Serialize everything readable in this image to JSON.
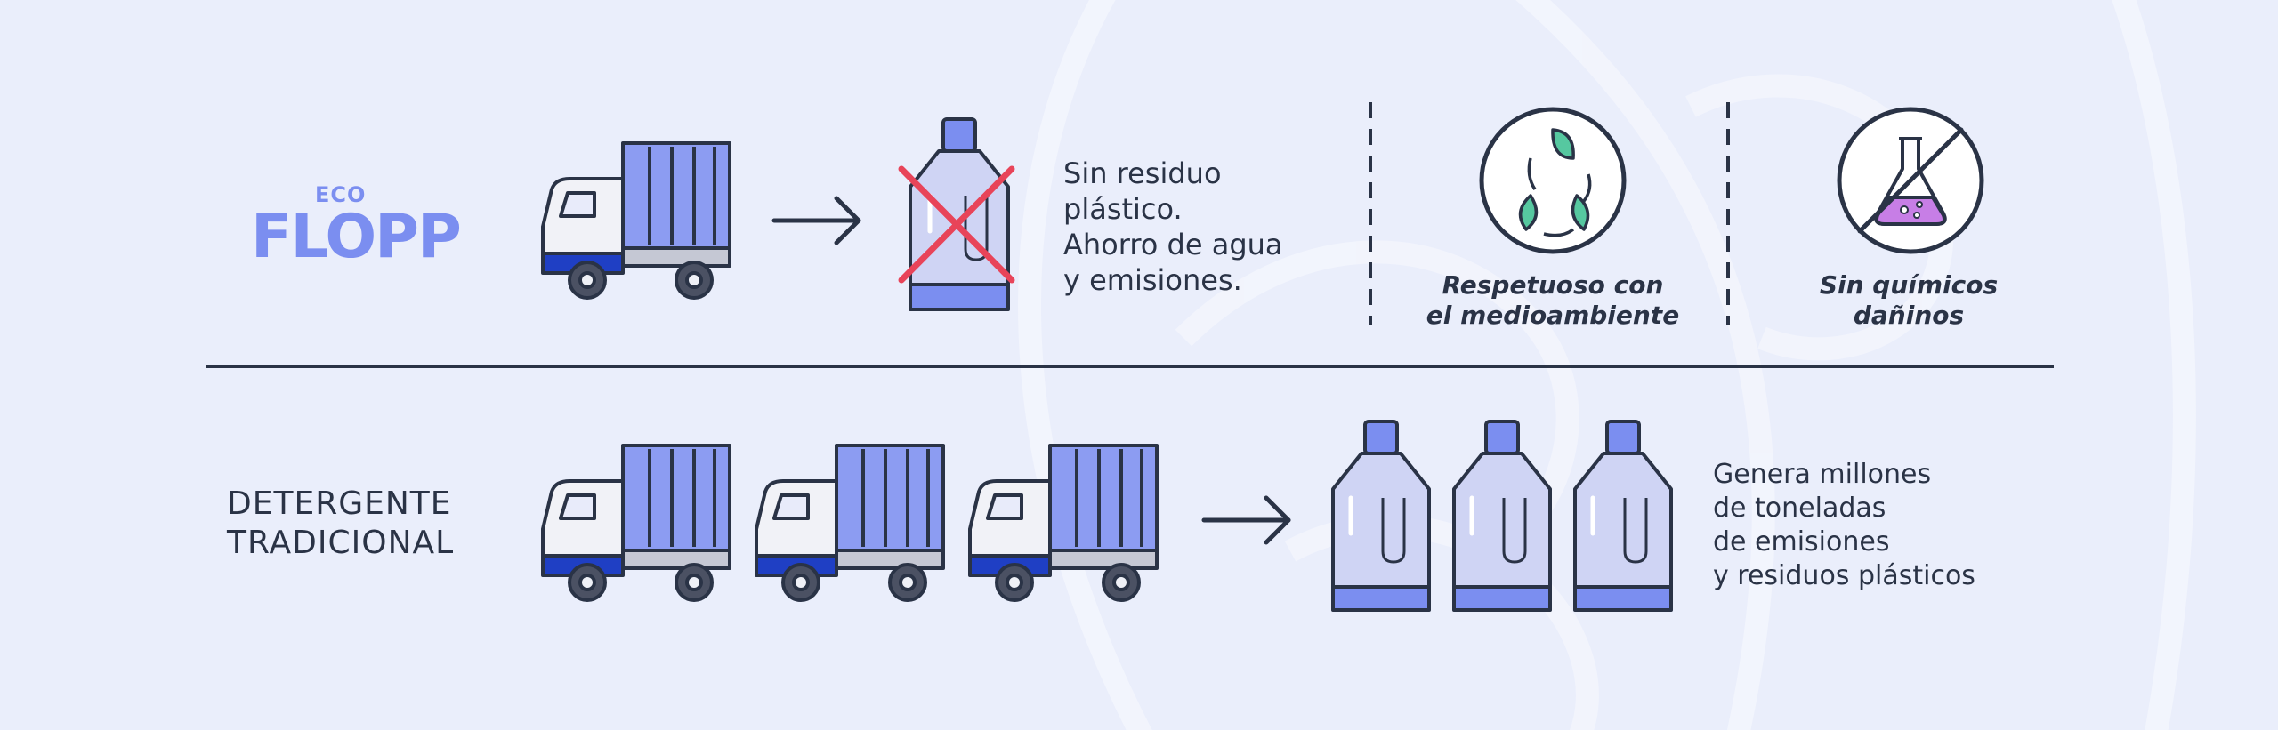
{
  "brand": {
    "eco": "ECO",
    "name": "FLOPP"
  },
  "top": {
    "benefit_lines": [
      "Sin residuo",
      "plástico.",
      "Ahorro de agua",
      "y emisiones."
    ],
    "badges": [
      {
        "icon": "recycle-leaves-icon",
        "lines": [
          "Respetuoso con",
          "el medioambiente"
        ]
      },
      {
        "icon": "no-chemicals-flask-icon",
        "lines": [
          "Sin químicos",
          "dañinos"
        ]
      }
    ]
  },
  "bottom": {
    "label_lines": [
      "DETERGENTE",
      "TRADICIONAL"
    ],
    "impact_lines": [
      "Genera millones",
      "de toneladas",
      "de emisiones",
      "y residuos plásticos"
    ]
  },
  "colors": {
    "background": "#eaeefb",
    "brand": "#7b8ef0",
    "truck_box": "#8c9cf2",
    "truck_cab": "#1f3fc4",
    "bottle": "#cfd4f4",
    "bottle_cap": "#7b8ef0",
    "cross": "#e84459",
    "text": "#2a3346",
    "flask_liquid": "#c77ee6"
  }
}
